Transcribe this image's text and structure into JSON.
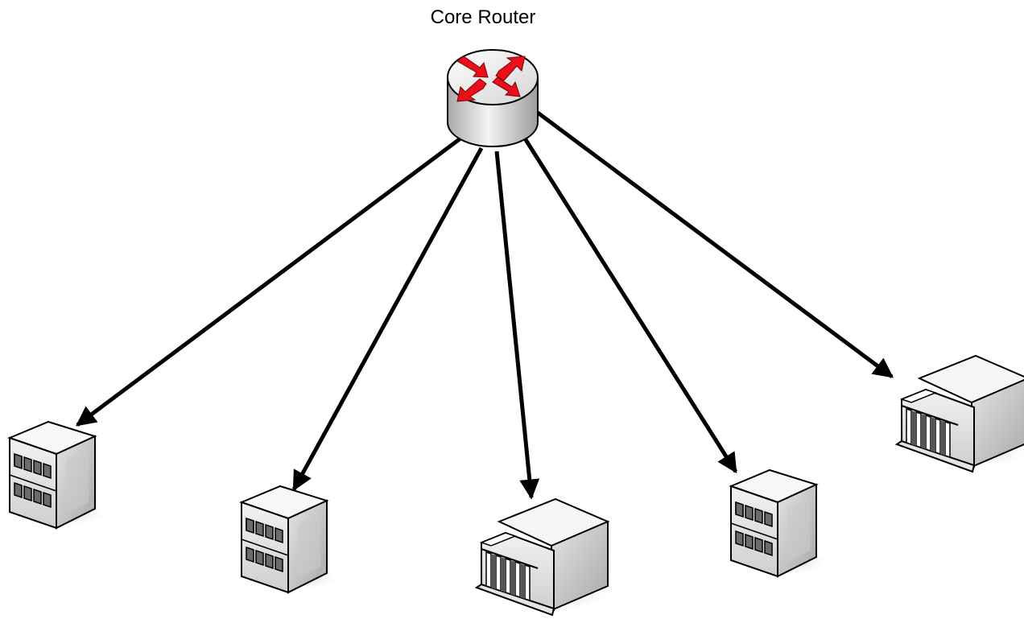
{
  "router": {
    "label": "Core Router",
    "arrow_color": "#e8101a",
    "body_color": "#d8d8d8"
  },
  "links": [
    {
      "from": "router",
      "to": "building-office-1"
    },
    {
      "from": "router",
      "to": "building-office-2"
    },
    {
      "from": "router",
      "to": "building-hq-1"
    },
    {
      "from": "router",
      "to": "building-office-3"
    },
    {
      "from": "router",
      "to": "building-hq-2"
    }
  ],
  "colors": {
    "connector": "#000000",
    "building_light": "#ececec",
    "building_mid": "#c8c8c8",
    "building_dark": "#9a9a9a"
  }
}
